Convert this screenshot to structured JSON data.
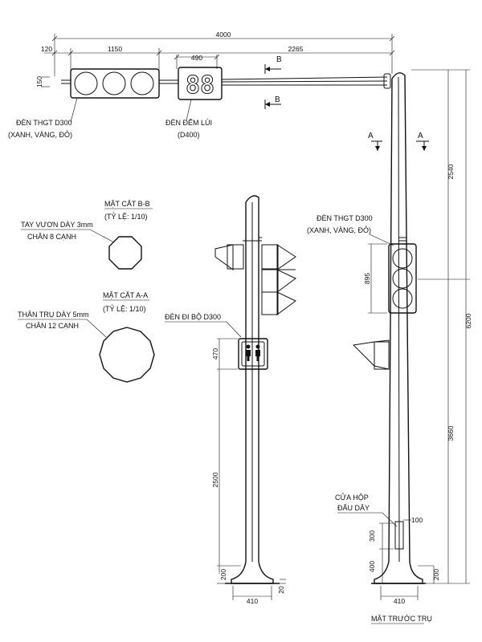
{
  "top": {
    "dim_total": "4000",
    "dim_120": "120",
    "dim_1150": "1150",
    "dim_490": "490",
    "dim_2265": "2265",
    "dim_150": "150",
    "section_mark": "B",
    "signal_label_1": "ĐÈN THGT D300",
    "signal_label_2": "(XANH, VÀNG, ĐỎ)",
    "counter_label_1": "ĐÈN ĐẾM LÙI",
    "counter_label_2": "(D400)",
    "counter_digits": "88"
  },
  "sections": {
    "bb_title": "MẶT CẮT B-B",
    "bb_scale": "(TỶ LỆ: 1/10)",
    "bb_note_1": "TAY VƯƠN DÀY 3mm",
    "bb_note_2": "CHÂN 8 CẠNH",
    "aa_title": "MẶT CẮT A-A",
    "aa_scale": "(TỶ LỆ: 1/10)",
    "aa_note_1": "THÂN TRỤ DÀY 5mm",
    "aa_note_2": "CHÂN 12 CẠNH"
  },
  "side": {
    "ped_label": "ĐÈN ĐI BỘ D300",
    "dim_470": "470",
    "dim_2500": "2500",
    "dim_200": "200",
    "dim_410": "410",
    "dim_20": "20"
  },
  "front": {
    "section_mark": "A",
    "signal_label_1": "ĐÈN THGT D300",
    "signal_label_2": "(XANH, VÀNG, ĐỎ)",
    "dim_895": "895",
    "dim_2540": "2540",
    "dim_6200": "6200",
    "dim_3660": "3660",
    "box_label_1": "CỬA HỘP",
    "box_label_2": "ĐẤU DÂY",
    "dim_100": "100",
    "dim_300": "300",
    "dim_400": "400",
    "dim_200": "200",
    "dim_410": "410",
    "title": "MẶT TRƯỚC TRỤ"
  }
}
